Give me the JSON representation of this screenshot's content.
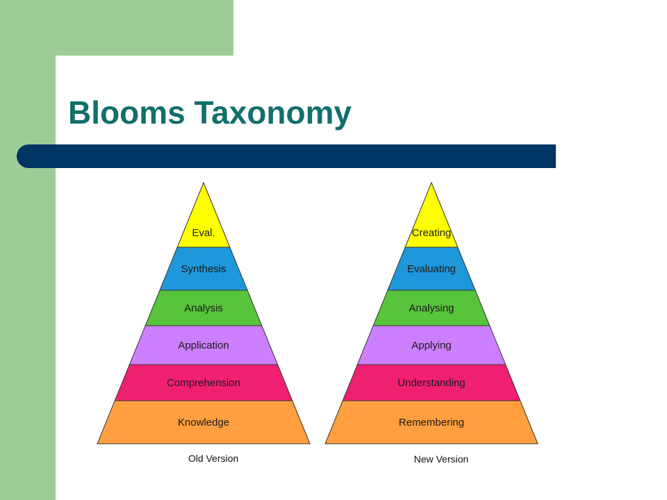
{
  "slide": {
    "title": "Blooms Taxonomy"
  },
  "colors": {
    "sidebar_green": "#9fcb98",
    "title_teal": "#126f6c",
    "bar_navy": "#003465"
  },
  "pyramids": [
    {
      "caption": "Old Version",
      "layers": [
        {
          "label": "Eval.",
          "color": "#ffff00"
        },
        {
          "label": "Synthesis",
          "color": "#1e97db"
        },
        {
          "label": "Analysis",
          "color": "#57c43c"
        },
        {
          "label": "Application",
          "color": "#cc80ff"
        },
        {
          "label": "Comprehension",
          "color": "#f01f70"
        },
        {
          "label": "Knowledge",
          "color": "#ff9f3f"
        }
      ]
    },
    {
      "caption": "New Version",
      "layers": [
        {
          "label": "Creating",
          "color": "#ffff00"
        },
        {
          "label": "Evaluating",
          "color": "#1e97db"
        },
        {
          "label": "Analysing",
          "color": "#57c43c"
        },
        {
          "label": "Applying",
          "color": "#cc80ff"
        },
        {
          "label": "Understanding",
          "color": "#f01f70"
        },
        {
          "label": "Remembering",
          "color": "#ff9f3f"
        }
      ]
    }
  ]
}
